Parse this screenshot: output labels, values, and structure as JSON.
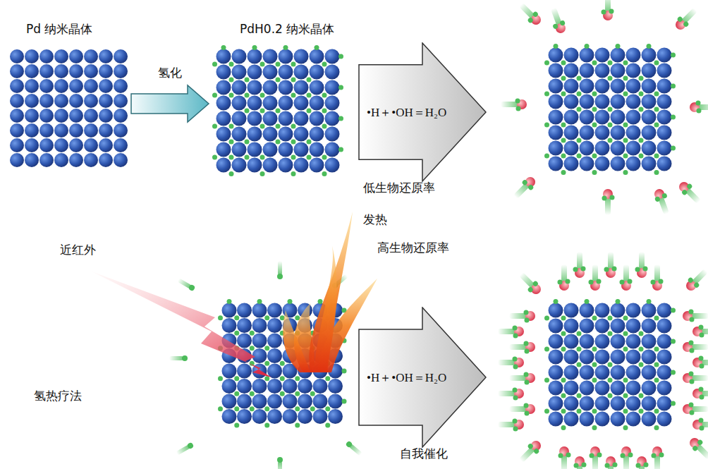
{
  "diagram": {
    "nodes": [
      {
        "text": [
          "Pd 纳米晶体"
        ]
      },
      {
        "text": [
          "PdH0.2 纳米晶体"
        ]
      },
      {
        "text": [
          "•H＋•OH＝H₂O"
        ]
      },
      {
        "text": [
          "•H＋•OH＝H₂O"
        ]
      }
    ],
    "edges": [
      {
        "from": 0,
        "to": 1,
        "label": "氢化",
        "arrow": "to"
      }
    ],
    "labels": [
      "低生物还原率",
      "近红外",
      "发热",
      "高生物还原率",
      "氢热疗法",
      "自我催化"
    ]
  }
}
